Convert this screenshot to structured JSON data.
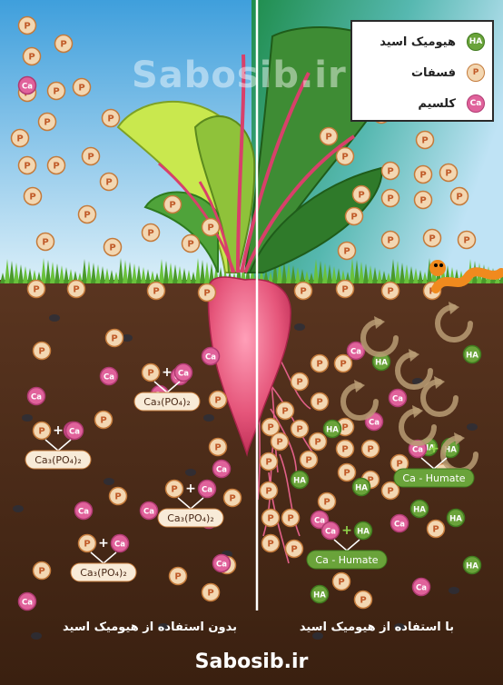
{
  "watermark": "Sabosib.ir",
  "footer": "Sabosib.ir",
  "legend": {
    "items": [
      {
        "symbol": "HA",
        "label": "هیومیک اسید"
      },
      {
        "symbol": "P",
        "label": "فسفات"
      },
      {
        "symbol": "Ca",
        "label": "کلسیم"
      }
    ]
  },
  "captions": {
    "left": "بدون استفاده از هیومیک اسید",
    "right": "با استفاده از هیومیک اسید"
  },
  "symbols": {
    "p": "P",
    "ca": "Ca",
    "ha": "HA",
    "plus": "+"
  },
  "compounds": {
    "calcium_phosphate": "Ca₃(PO₄)₂",
    "calcium_humate": "Ca - Humate"
  },
  "colors": {
    "sky_left": "#8ec5ea",
    "sky_right": "#2e9a5c",
    "soil": "#4a2a18",
    "phosphate": "#f3d7b2",
    "calcium": "#e0629b",
    "humic": "#6aa33a",
    "beet": "#d8406a"
  }
}
